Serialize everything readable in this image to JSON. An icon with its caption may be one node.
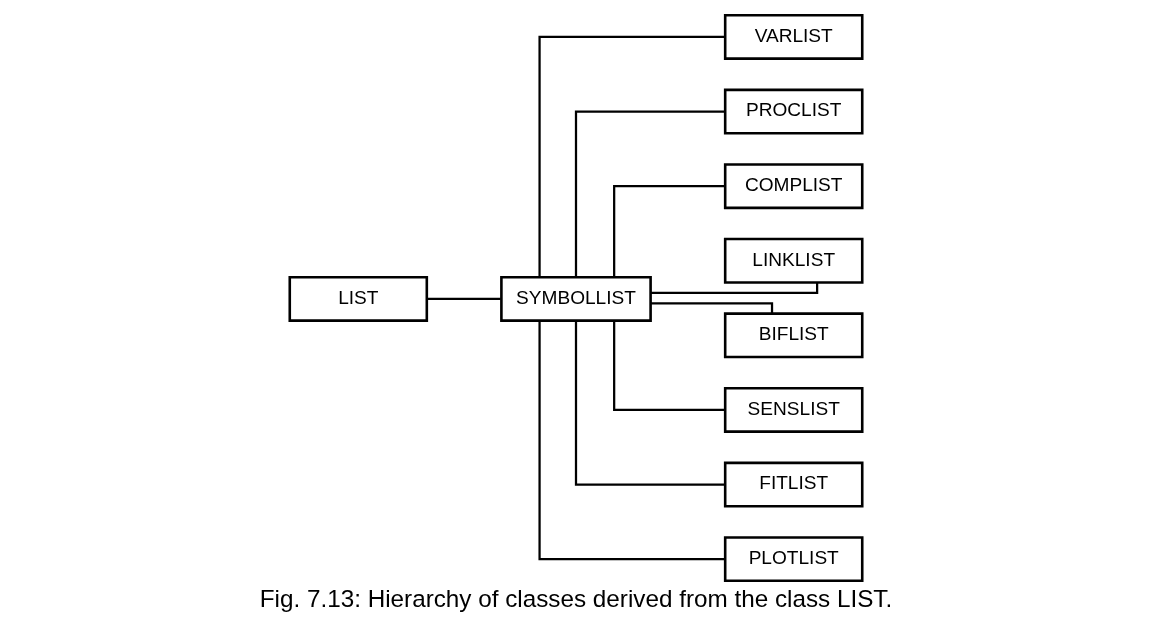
{
  "diagram": {
    "caption": "Fig. 7.13: Hierarchy of classes derived from the class LIST.",
    "nodes": [
      {
        "text": [
          "LIST"
        ]
      },
      {
        "text": [
          "SYMBOLLIST"
        ]
      },
      {
        "text": [
          "VARLIST"
        ]
      },
      {
        "text": [
          "PROCLIST"
        ]
      },
      {
        "text": [
          "COMPLIST"
        ]
      },
      {
        "text": [
          "LINKLIST"
        ]
      },
      {
        "text": [
          "BIFLIST"
        ]
      },
      {
        "text": [
          "SENSLIST"
        ]
      },
      {
        "text": [
          "FITLIST"
        ]
      },
      {
        "text": [
          "PLOTLIST"
        ]
      }
    ],
    "edges": [
      {
        "from": 0,
        "to": 1,
        "arrow": "none"
      },
      {
        "from": 1,
        "to": 2,
        "arrow": "none"
      },
      {
        "from": 1,
        "to": 3,
        "arrow": "none"
      },
      {
        "from": 1,
        "to": 4,
        "arrow": "none"
      },
      {
        "from": 1,
        "to": 5,
        "arrow": "none"
      },
      {
        "from": 1,
        "to": 6,
        "arrow": "none"
      },
      {
        "from": 1,
        "to": 7,
        "arrow": "none"
      },
      {
        "from": 1,
        "to": 8,
        "arrow": "none"
      },
      {
        "from": 1,
        "to": 9,
        "arrow": "none"
      }
    ]
  }
}
